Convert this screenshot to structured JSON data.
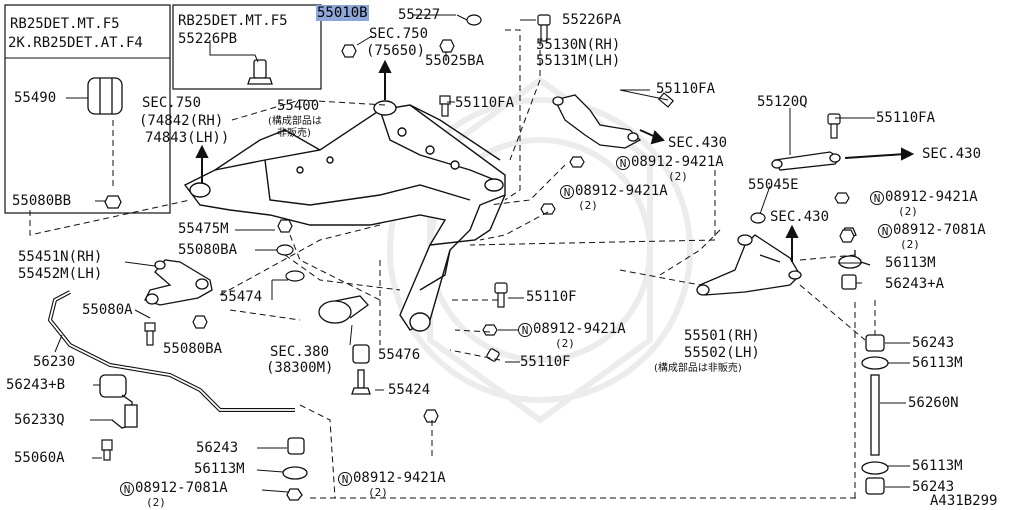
{
  "diagram": {
    "figure_code": "A431B299",
    "inset_left": {
      "model_line1": "RB25DET.MT.F5",
      "model_line2": "2K.RB25DET.AT.F4",
      "part_a": "55490",
      "part_b": "55080BB"
    },
    "inset_mid": {
      "model_line1": "RB25DET.MT.F5",
      "part_a": "55226PB"
    },
    "callouts": {
      "p55010B": "55010B",
      "p55227": "55227",
      "p55226PA": "55226PA",
      "sec750_top": "SEC.750",
      "sec750_top_ref": "(75650)",
      "p55025BA": "55025BA",
      "p55130N": "55130N(RH)",
      "p55131M": "55131M(LH)",
      "p55110FA_1": "55110FA",
      "p55110FA_2": "55110FA",
      "p55110FA_3": "55110FA",
      "p55120Q": "55120Q",
      "sec750_left": "SEC.750",
      "sec750_left_ref1": "(74842(RH)",
      "sec750_left_ref2": "74843(LH))",
      "p55400": "55400",
      "jp_note1_l1": "(構成部品は",
      "jp_note1_l2": "非販売)",
      "sec430_a": "SEC.430",
      "sec430_b": "SEC.430",
      "sec430_c": "SEC.430",
      "n08912_9421A": "08912-9421A",
      "n08912_7081A": "08912-7081A",
      "qty2": "(2)",
      "p55045E": "55045E",
      "p55475M": "55475M",
      "p55080BA": "55080BA",
      "p55451N": "55451N(RH)",
      "p55452M": "55452M(LH)",
      "p55474": "55474",
      "p55110F": "55110F",
      "p56113M": "56113M",
      "p56243A": "56243+A",
      "p55080A": "55080A",
      "p56230": "56230",
      "sec380": "SEC.380",
      "sec380_ref": "(38300M)",
      "p55476": "55476",
      "p55501": "55501(RH)",
      "p55502": "55502(LH)",
      "jp_note2": "(構成部品は非販売)",
      "p56243": "56243",
      "p56243B": "56243+B",
      "p55424": "55424",
      "p56233Q": "56233Q",
      "p56260N": "56260N",
      "p55060A": "55060A",
      "n_symbol": "N"
    }
  }
}
